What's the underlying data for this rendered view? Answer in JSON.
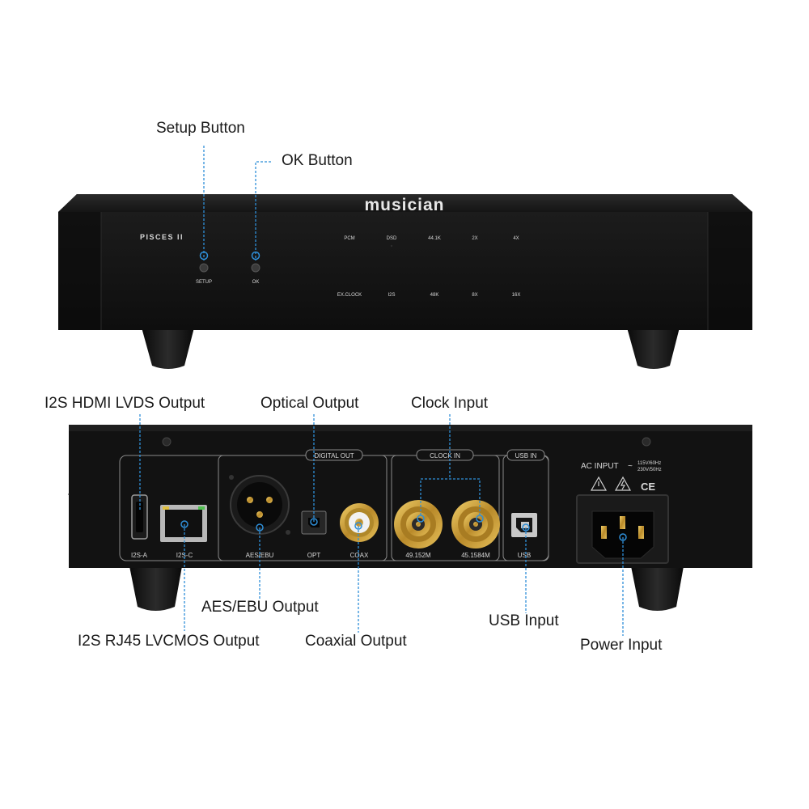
{
  "brand": "musician",
  "front": {
    "model": "PISCES II",
    "setup_label": "SETUP",
    "ok_label": "OK",
    "indicators_row1": [
      "PCM",
      "DSD",
      "44.1K",
      "2X",
      "4X"
    ],
    "indicators_row2": [
      "EX.CLOCK",
      "I2S",
      "48K",
      "8X",
      "16X"
    ]
  },
  "rear": {
    "digital_out_title": "DIGITAL OUT",
    "clock_in_title": "CLOCK IN",
    "usb_in_title": "USB IN",
    "port_i2s_a": "I2S-A",
    "port_i2s_c": "I2S-C",
    "port_aes": "AES/EBU",
    "port_opt": "OPT",
    "port_coax": "COAX",
    "port_clock1": "49.152M",
    "port_clock2": "45.1584M",
    "port_usb": "USB",
    "ac_input": "AC INPUT",
    "ac_rating1": "115V/60Hz",
    "ac_rating2": "230V/50Hz",
    "ce_mark": "CE"
  },
  "annotations": {
    "setup_button": "Setup Button",
    "ok_button": "OK Button",
    "i2s_hdmi": "I2S HDMI LVDS Output",
    "optical": "Optical Output",
    "clock_input": "Clock Input",
    "aes_ebu": "AES/EBU Output",
    "i2s_rj45": "I2S RJ45 LVCMOS Output",
    "coaxial": "Coaxial Output",
    "usb_input": "USB Input",
    "power_input": "Power Input"
  },
  "colors": {
    "chassis": "#141414",
    "leader_line": "#2f8fd8",
    "gold": "#c9a13b",
    "panel_label": "#d8d8d8"
  }
}
